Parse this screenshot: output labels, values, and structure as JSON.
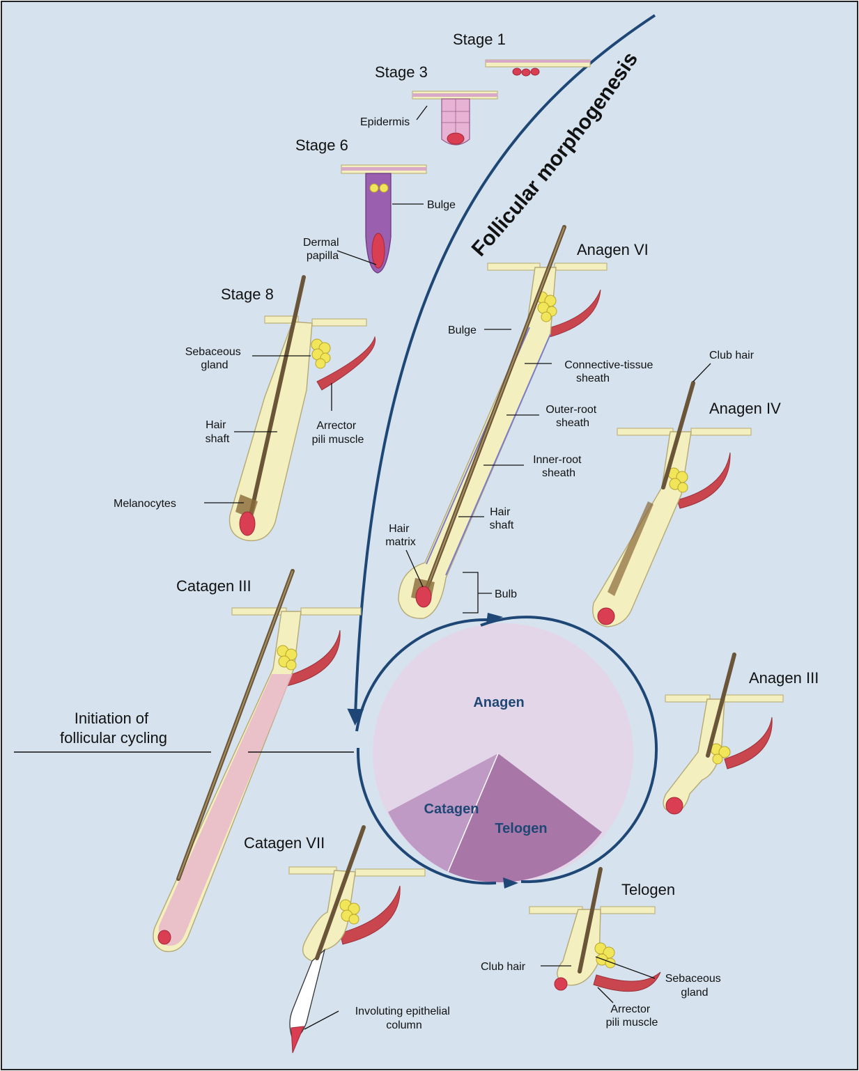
{
  "title": "Follicular morphogenesis",
  "colors": {
    "background": "#d6e3ee",
    "arrow": "#1f4775",
    "anagen": "#e3d6e8",
    "catagen": "#bf9ac4",
    "telogen": "#a877a8",
    "skin": "#f3efbf",
    "muscle": "#c9464f",
    "gland": "#f1e55a"
  },
  "stages": {
    "stage1": "Stage 1",
    "stage3": "Stage 3",
    "stage6": "Stage 6",
    "stage8": "Stage 8",
    "anagen6": "Anagen VI",
    "anagen4": "Anagen IV",
    "anagen3": "Anagen III",
    "catagen3": "Catagen III",
    "catagen7": "Catagen VII",
    "telogen": "Telogen"
  },
  "labels": {
    "epidermis": "Epidermis",
    "bulge_s6": "Bulge",
    "dermal_papilla_1": "Dermal",
    "dermal_papilla_2": "papilla",
    "sebaceous_1": "Sebaceous",
    "sebaceous_2": "gland",
    "arrector_1": "Arrector",
    "arrector_2": "pili muscle",
    "hair_shaft_1": "Hair",
    "hair_shaft_2": "shaft",
    "melanocytes": "Melanocytes",
    "bulge_a6": "Bulge",
    "cts_1": "Connective-tissue",
    "cts_2": "sheath",
    "ors_1": "Outer-root",
    "ors_2": "sheath",
    "irs_1": "Inner-root",
    "irs_2": "sheath",
    "shaft_a6_1": "Hair",
    "shaft_a6_2": "shaft",
    "matrix_1": "Hair",
    "matrix_2": "matrix",
    "bulb": "Bulb",
    "club_hair_a4": "Club hair",
    "club_hair_t": "Club hair",
    "seb_t_1": "Sebaceous",
    "seb_t_2": "gland",
    "arr_t_1": "Arrector",
    "arr_t_2": "pili muscle",
    "involuting_1": "Involuting epithelial",
    "involuting_2": "column",
    "initiation_1": "Initiation of",
    "initiation_2": "follicular cycling"
  },
  "cycle": {
    "anagen": "Anagen",
    "catagen": "Catagen",
    "telogen": "Telogen"
  }
}
